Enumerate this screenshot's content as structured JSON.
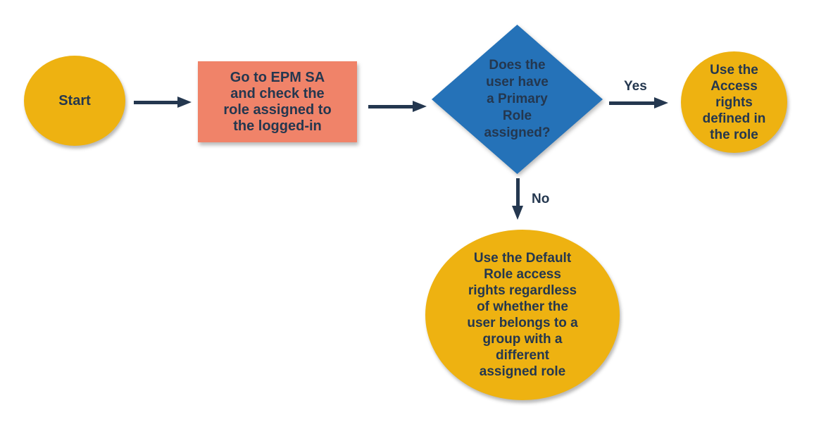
{
  "diagram": {
    "type": "flowchart",
    "nodes": {
      "start": {
        "shape": "circle",
        "label": "Start",
        "fill": "#EEB211"
      },
      "process": {
        "shape": "rectangle",
        "label": "Go to EPM SA\nand check the\nrole assigned to\nthe logged-in",
        "fill": "#F08369"
      },
      "decision": {
        "shape": "diamond",
        "label": "Does the\nuser have\na Primary\nRole\nassigned?",
        "fill": "#2572B8"
      },
      "outcome_yes": {
        "shape": "circle",
        "label": "Use the\nAccess\nrights\ndefined in\nthe role",
        "fill": "#EEB211"
      },
      "outcome_no": {
        "shape": "circle",
        "label": "Use the Default\nRole access\nrights regardless\nof whether the\nuser belongs to a\ngroup with a\ndifferent\nassigned role",
        "fill": "#EEB211"
      }
    },
    "edges": [
      {
        "from": "start",
        "to": "process",
        "label": ""
      },
      {
        "from": "process",
        "to": "decision",
        "label": ""
      },
      {
        "from": "decision",
        "to": "outcome_yes",
        "label": "Yes"
      },
      {
        "from": "decision",
        "to": "outcome_no",
        "label": "No"
      }
    ],
    "colors": {
      "background": "#FFFFFF",
      "text": "#24374F",
      "arrow": "#24374F"
    }
  }
}
